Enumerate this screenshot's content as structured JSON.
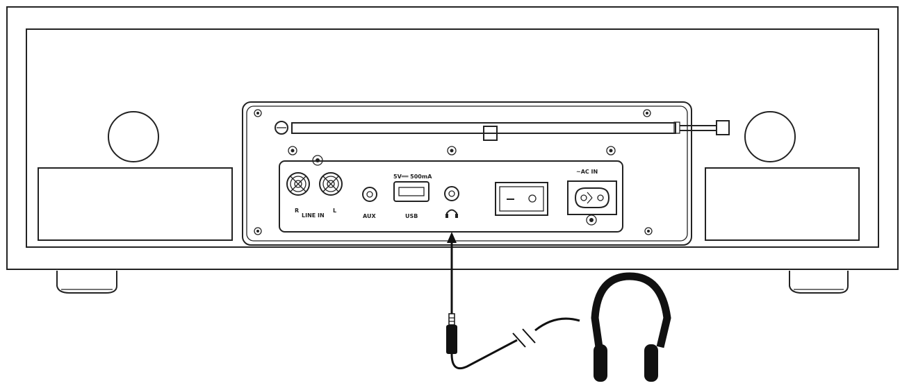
{
  "labels": {
    "line_in_r": "R",
    "line_in_l": "L",
    "line_in": "LINE IN",
    "aux": "AUX",
    "usb_rating": "5V══ 500mA",
    "usb": "USB",
    "ac_in": "~AC IN"
  },
  "icons": {
    "headphone_port_symbol": "headphone-icon"
  },
  "colors": {
    "line": "#222222",
    "background": "#ffffff"
  }
}
